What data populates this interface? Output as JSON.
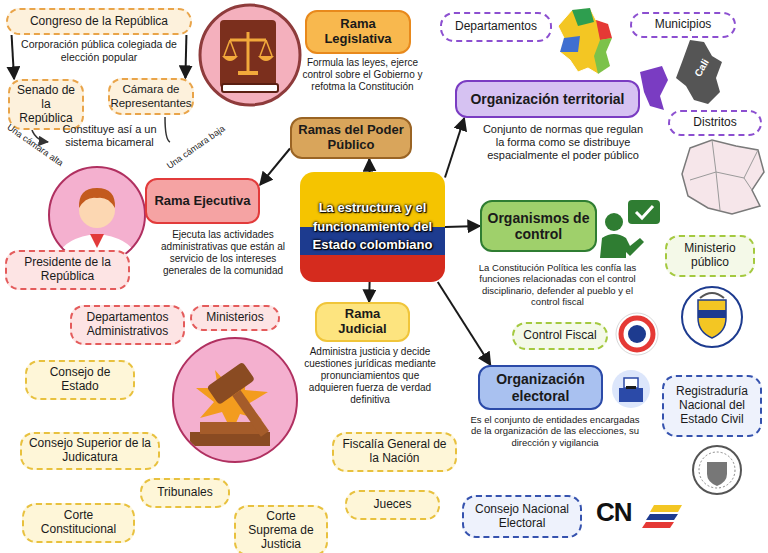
{
  "diagram": {
    "nodes": [
      {
        "text": [
          "Congreso de la República"
        ]
      },
      {
        "text": [
          "Rama Legislativa"
        ]
      },
      {
        "text": [
          "Senado de la República"
        ]
      },
      {
        "text": [
          "Cámara de Representantes"
        ]
      },
      {
        "text": [
          "Departamentos"
        ]
      },
      {
        "text": [
          "Municipios"
        ]
      },
      {
        "text": [
          "Organización territorial"
        ]
      },
      {
        "text": [
          "Distritos"
        ]
      },
      {
        "text": [
          "Ramas del Poder Público"
        ]
      },
      {
        "text": [
          "Rama Ejecutiva"
        ]
      },
      {
        "text": [
          "La estructura y el funcionamiento del Estado colombiano"
        ]
      },
      {
        "text": [
          "Organismos de control"
        ]
      },
      {
        "text": [
          "Ministerio público"
        ]
      },
      {
        "text": [
          "Presidente de la República"
        ]
      },
      {
        "text": [
          "Departamentos Administrativos"
        ]
      },
      {
        "text": [
          "Ministerios"
        ]
      },
      {
        "text": [
          "Rama Judicial"
        ]
      },
      {
        "text": [
          "Control Fiscal"
        ]
      },
      {
        "text": [
          "Consejo de Estado"
        ]
      },
      {
        "text": [
          "Organización electoral"
        ]
      },
      {
        "text": [
          "Registraduría Nacional del Estado Civil"
        ]
      },
      {
        "text": [
          "Fiscalía General de la Nación"
        ]
      },
      {
        "text": [
          "Consejo Superior de la Judicatura"
        ]
      },
      {
        "text": [
          "Tribunales"
        ]
      },
      {
        "text": [
          "Jueces"
        ]
      },
      {
        "text": [
          "Consejo Nacional Electoral"
        ]
      },
      {
        "text": [
          "Corte Constitucional"
        ]
      },
      {
        "text": [
          "Corte Suprema de Justicia"
        ]
      }
    ],
    "edges": [
      {
        "from": 10,
        "to": 8,
        "arrow": "to"
      },
      {
        "from": 8,
        "to": 9,
        "arrow": "to"
      },
      {
        "from": 10,
        "to": 16,
        "arrow": "to"
      },
      {
        "from": 10,
        "to": 6,
        "arrow": "to"
      },
      {
        "from": 10,
        "to": 11,
        "arrow": "to"
      },
      {
        "from": 10,
        "to": 19,
        "arrow": "to"
      },
      {
        "from": 0,
        "to": 2,
        "arrow": "to"
      },
      {
        "from": 0,
        "to": 3,
        "arrow": "to"
      }
    ],
    "labels": [
      "Formula las leyes, ejerce control sobre el Gobierno y refotma la Constitución",
      "Corporación pública colegiada de elección popular",
      "Constituye así a un sistema bicameral",
      "Una cámara alta",
      "Una cámara baja",
      "Ejecuta las actividades administrativas que están al servicio de los intereses generales de la comunidad",
      "Administra justicia y decide cuestiones jurídicas mediante pronunciamientos que adquieren fuerza de verdad definitiva",
      "Conjunto de normas que regulan la forma como se distribuye espacialmente el poder público",
      "Cali",
      "La Constitución Política les confía las funciones relacionadas con el control disciplinario, defender al pueblo y el control fiscal",
      "Es el conjunto de entidades encargadas de la organización de las elecciones, su dirección y vigilancia",
      "CN"
    ]
  }
}
